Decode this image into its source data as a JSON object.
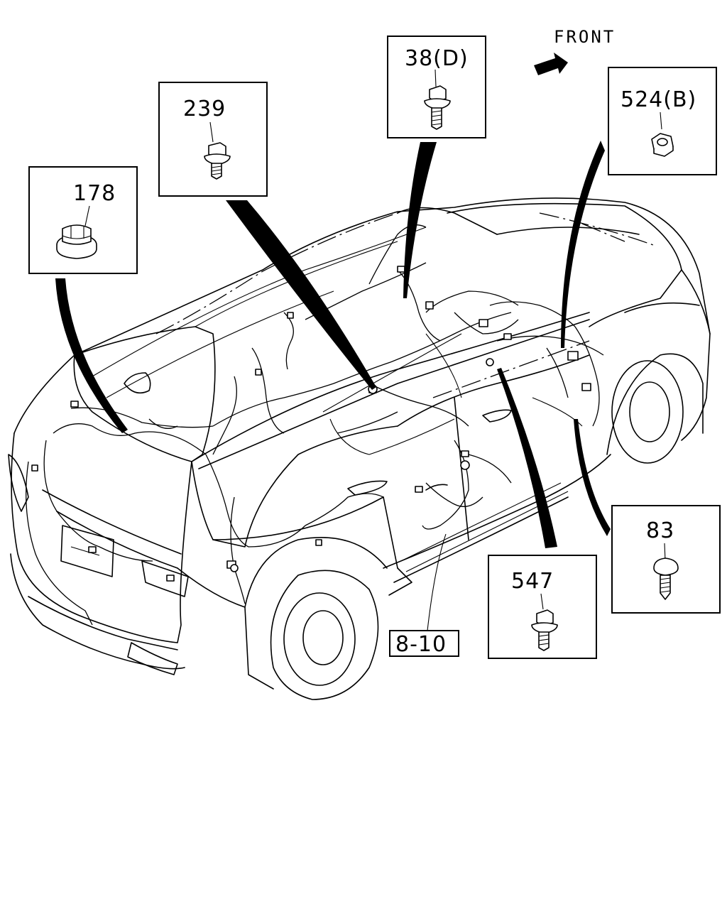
{
  "direction_label": "FRONT",
  "callouts": {
    "c178": "178",
    "c239": "239",
    "c38d": "38(D)",
    "c524b": "524(B)",
    "c83": "83",
    "c547": "547",
    "c810": "8-10"
  },
  "icons": {
    "grommet": "grommet-icon",
    "flange_bolt": "flange-bolt-icon",
    "hex_nut": "hex-nut-icon",
    "screw": "screw-icon",
    "direction_arrow": "front-arrow-icon"
  }
}
